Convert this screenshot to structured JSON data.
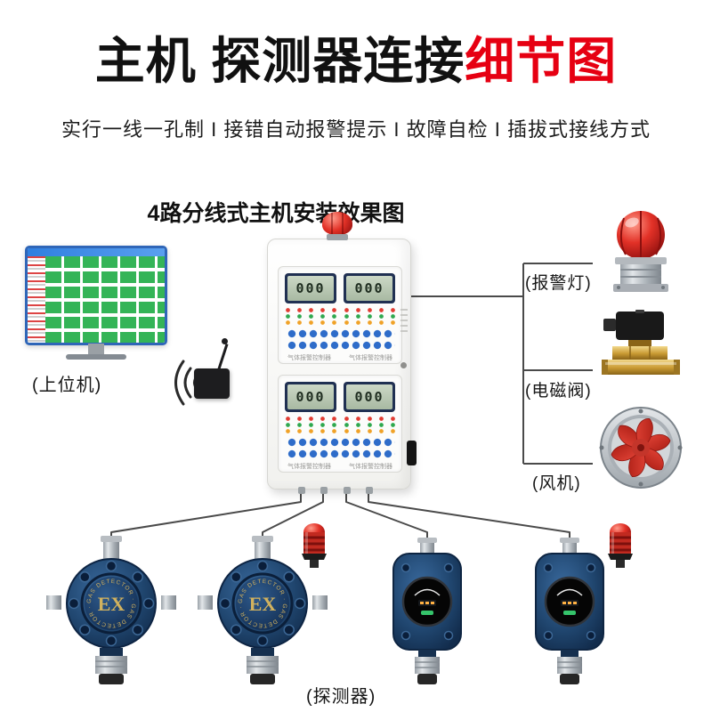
{
  "title": {
    "main": "主机 探测器连接",
    "highlight": "细节图"
  },
  "subtitle": "实行一线一孔制 I 接错自动报警提示 I 故障自检 I 插拔式接线方式",
  "section_title": "4路分线式主机安装效果图",
  "labels": {
    "host_computer": "(上位机)",
    "alarm_light": "(报警灯)",
    "solenoid_valve": "(电磁阀)",
    "fan": "(风机)",
    "detectors": "(探测器)"
  },
  "control_panel": {
    "name_text": "气体报警控制器",
    "displays": [
      "000",
      "000",
      "000",
      "000"
    ]
  },
  "detectors": {
    "ex_marking": "EX",
    "ring_text": "GAS DETECTOR · GAS DETECTOR ·"
  },
  "colors": {
    "accent_red": "#e60012",
    "detector_navy": "#1d3c63",
    "beacon_red": "#d2232a",
    "brass": "#c9952c",
    "wire": "#4a4a4a",
    "tile_green": "#34b457",
    "button_blue": "#2e6cc9"
  }
}
